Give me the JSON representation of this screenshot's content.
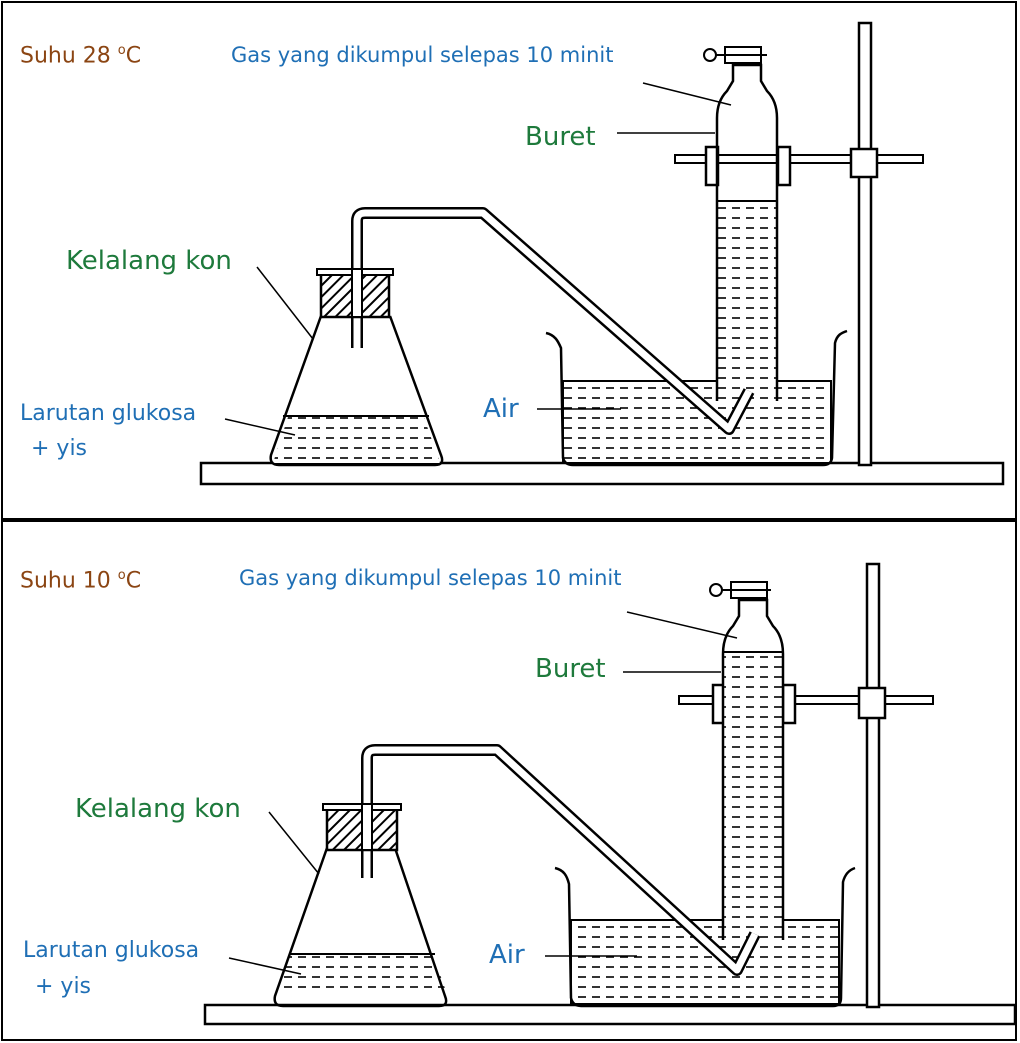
{
  "colors": {
    "temperature": "#8B4513",
    "label_green": "#1E7A3C",
    "label_blue": "#1F6FB5",
    "ink": "#000000"
  },
  "panels": [
    {
      "temperature": {
        "prefix": "Suhu 28 ",
        "degree": "o",
        "unit": "C"
      },
      "gas_label": "Gas yang dikumpul selepas 10 minit",
      "buret_label": "Buret",
      "flask_label": "Kelalang kon",
      "solution_label_line1": "Larutan glukosa",
      "solution_label_line2": "+ yis",
      "water_label": "Air"
    },
    {
      "temperature": {
        "prefix": "Suhu 10 ",
        "degree": "o",
        "unit": "C"
      },
      "gas_label": "Gas yang dikumpul selepas 10 minit",
      "buret_label": "Buret",
      "flask_label": "Kelalang kon",
      "solution_label_line1": "Larutan glukosa",
      "solution_label_line2": "+ yis",
      "water_label": "Air"
    }
  ]
}
